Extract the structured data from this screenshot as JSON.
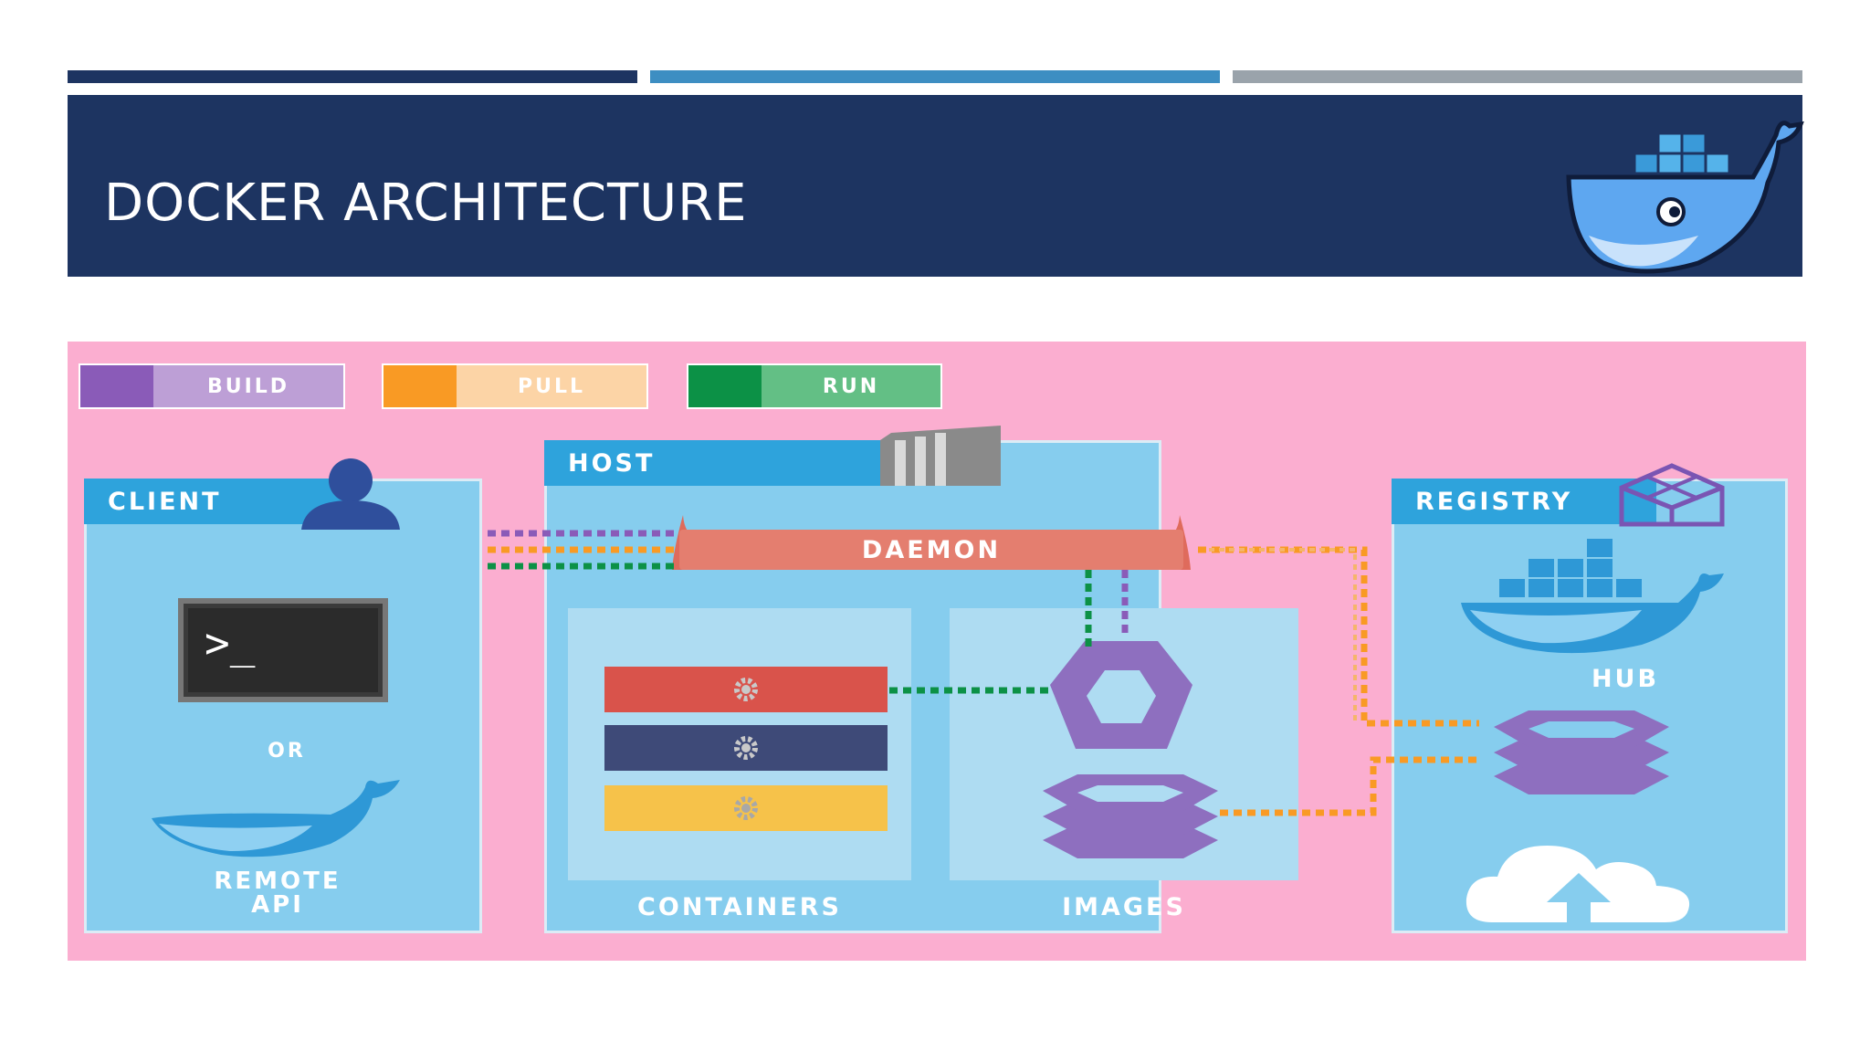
{
  "slide": {
    "title": "DOCKER ARCHITECTURE",
    "top_bars": [
      "#1d3461",
      "#3d8ec2",
      "#9aa3ab"
    ]
  },
  "legend": [
    {
      "label": "BUILD",
      "dark": "#8a5bb8",
      "light": "#bd9fd6"
    },
    {
      "label": "PULL",
      "dark": "#f99a24",
      "light": "#fcd4a6"
    },
    {
      "label": "RUN",
      "dark": "#0c9146",
      "light": "#63bf85"
    }
  ],
  "client": {
    "tab": "CLIENT",
    "or_label": "OR",
    "remote_api_line1": "REMOTE",
    "remote_api_line2": "API",
    "terminal_prompt": ">_"
  },
  "host": {
    "tab": "HOST",
    "daemon": "DAEMON",
    "containers_label": "CONTAINERS",
    "images_label": "IMAGES"
  },
  "registry": {
    "tab": "REGISTRY",
    "hub_label": "HUB"
  },
  "icons": [
    "docker-whale-logo-icon",
    "user-icon",
    "terminal-icon",
    "whale-icon",
    "server-icon",
    "gear-icon",
    "image-icon",
    "image-stack-icon",
    "registry-cube-icon",
    "cloud-upload-icon"
  ]
}
